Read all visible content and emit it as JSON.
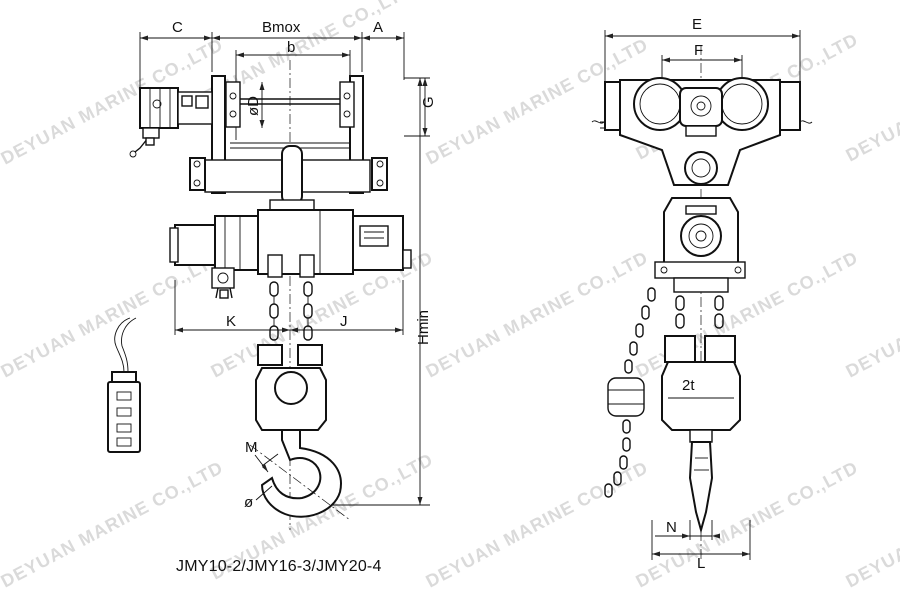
{
  "title_model": "JMY10-2/JMY16-3/JMY20-4",
  "watermark_text": "DEYUAN MARINE CO.,LTD",
  "dimensions": {
    "C": "C",
    "Bmax": "Bmox",
    "A": "A",
    "b": "b",
    "D": "øD",
    "G": "G",
    "Hmin": "Hmin",
    "K": "K",
    "J": "J",
    "M": "M",
    "O": "ø",
    "E": "E",
    "F": "F",
    "N": "N",
    "L": "L"
  },
  "load_label": "2t",
  "colors": {
    "line": "#111111",
    "watermark": "#bcbcbc",
    "background": "#ffffff"
  }
}
